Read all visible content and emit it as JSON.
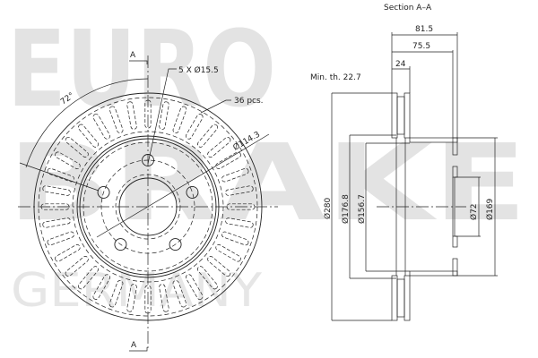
{
  "watermark": {
    "line1": "EURO",
    "line2": "BRAKE",
    "line3": "GERMANY",
    "color": "#e3e3e3"
  },
  "front_view": {
    "section_marker_top": "A",
    "section_marker_bottom": "A",
    "angle_label": "72°",
    "bolt_holes_label": "5 X Ø15.5",
    "vanes_label": "36 pcs.",
    "pcd_label": "Ø114.3",
    "bolt_hole_count": 5,
    "vane_count": 36
  },
  "section_view": {
    "title": "Section A–A",
    "min_thickness_label": "Min. th. 22.7",
    "dimensions": {
      "overall_height": "81.5",
      "hat_height": "75.5",
      "disc_thickness": "24",
      "outer_diameter": "Ø280",
      "diameter_176": "Ø176.8",
      "diameter_156": "Ø156.7",
      "center_bore": "Ø72",
      "hat_diameter": "Ø169"
    }
  }
}
